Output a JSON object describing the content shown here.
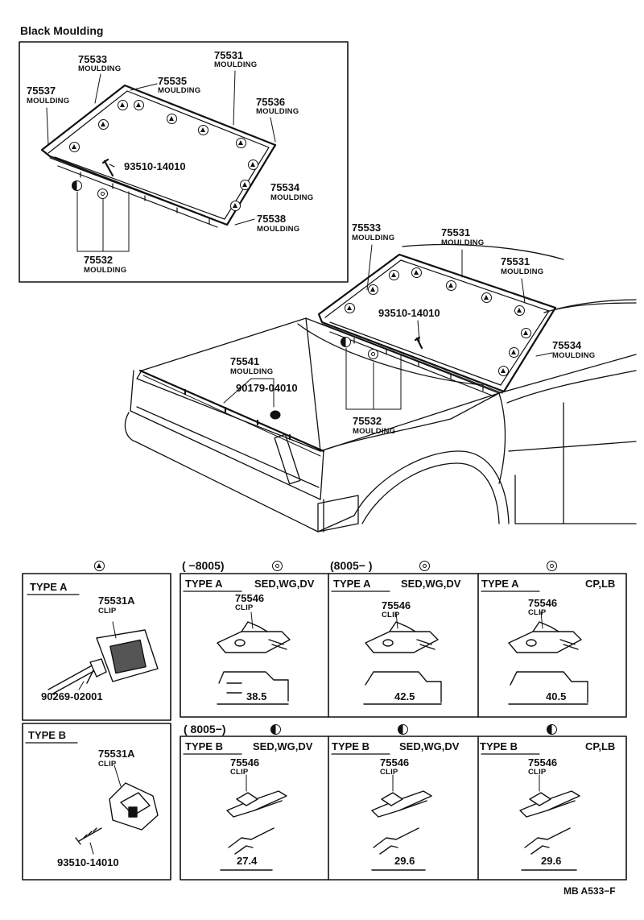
{
  "inset": {
    "title": "Black Moulding",
    "parts": [
      {
        "num": "75533",
        "name": "MOULDING"
      },
      {
        "num": "75531",
        "name": "MOULDING"
      },
      {
        "num": "75535",
        "name": "MOULDING"
      },
      {
        "num": "75537",
        "name": "MOULDING"
      },
      {
        "num": "75536",
        "name": "MOULDING"
      },
      {
        "num": "93510-14010",
        "name": ""
      },
      {
        "num": "75534",
        "name": "MOULDING"
      },
      {
        "num": "75538",
        "name": "MOULDING"
      },
      {
        "num": "75532",
        "name": "MOULDING"
      }
    ]
  },
  "main": {
    "parts": [
      {
        "num": "75533",
        "name": "MOULDING"
      },
      {
        "num": "75531",
        "name": "MOULDING"
      },
      {
        "num": "75531",
        "name": "MOULDING"
      },
      {
        "num": "93510-14010",
        "name": ""
      },
      {
        "num": "75534",
        "name": "MOULDING"
      },
      {
        "num": "75541",
        "name": "MOULDING"
      },
      {
        "num": "90179-04010",
        "name": ""
      },
      {
        "num": "75532",
        "name": "MOULDING"
      }
    ]
  },
  "grid": {
    "headers": [
      "( −8005)",
      "(8005− )",
      "( 8005−)"
    ],
    "left_top": {
      "type": "TYPE A",
      "part": "75531A",
      "name": "CLIP",
      "screw": "90269-02001"
    },
    "left_bottom": {
      "type": "TYPE B",
      "part": "75531A",
      "name": "CLIP",
      "screw": "93510-14010"
    },
    "cells_top": [
      {
        "type": "TYPE A",
        "body": "SED,WG,DV",
        "part": "75546",
        "name": "CLIP",
        "dim": "38.5"
      },
      {
        "type": "TYPE A",
        "body": "SED,WG,DV",
        "part": "75546",
        "name": "CLIP",
        "dim": "42.5"
      },
      {
        "type": "TYPE A",
        "body": "CP,LB",
        "part": "75546",
        "name": "CLIP",
        "dim": "40.5"
      }
    ],
    "cells_bottom": [
      {
        "type": "TYPE B",
        "body": "SED,WG,DV",
        "part": "75546",
        "name": "CLIP",
        "dim": "27.4"
      },
      {
        "type": "TYPE B",
        "body": "SED,WG,DV",
        "part": "75546",
        "name": "CLIP",
        "dim": "29.6"
      },
      {
        "type": "TYPE B",
        "body": "CP,LB",
        "part": "75546",
        "name": "CLIP",
        "dim": "29.6"
      }
    ]
  },
  "code": "MB A533−F"
}
